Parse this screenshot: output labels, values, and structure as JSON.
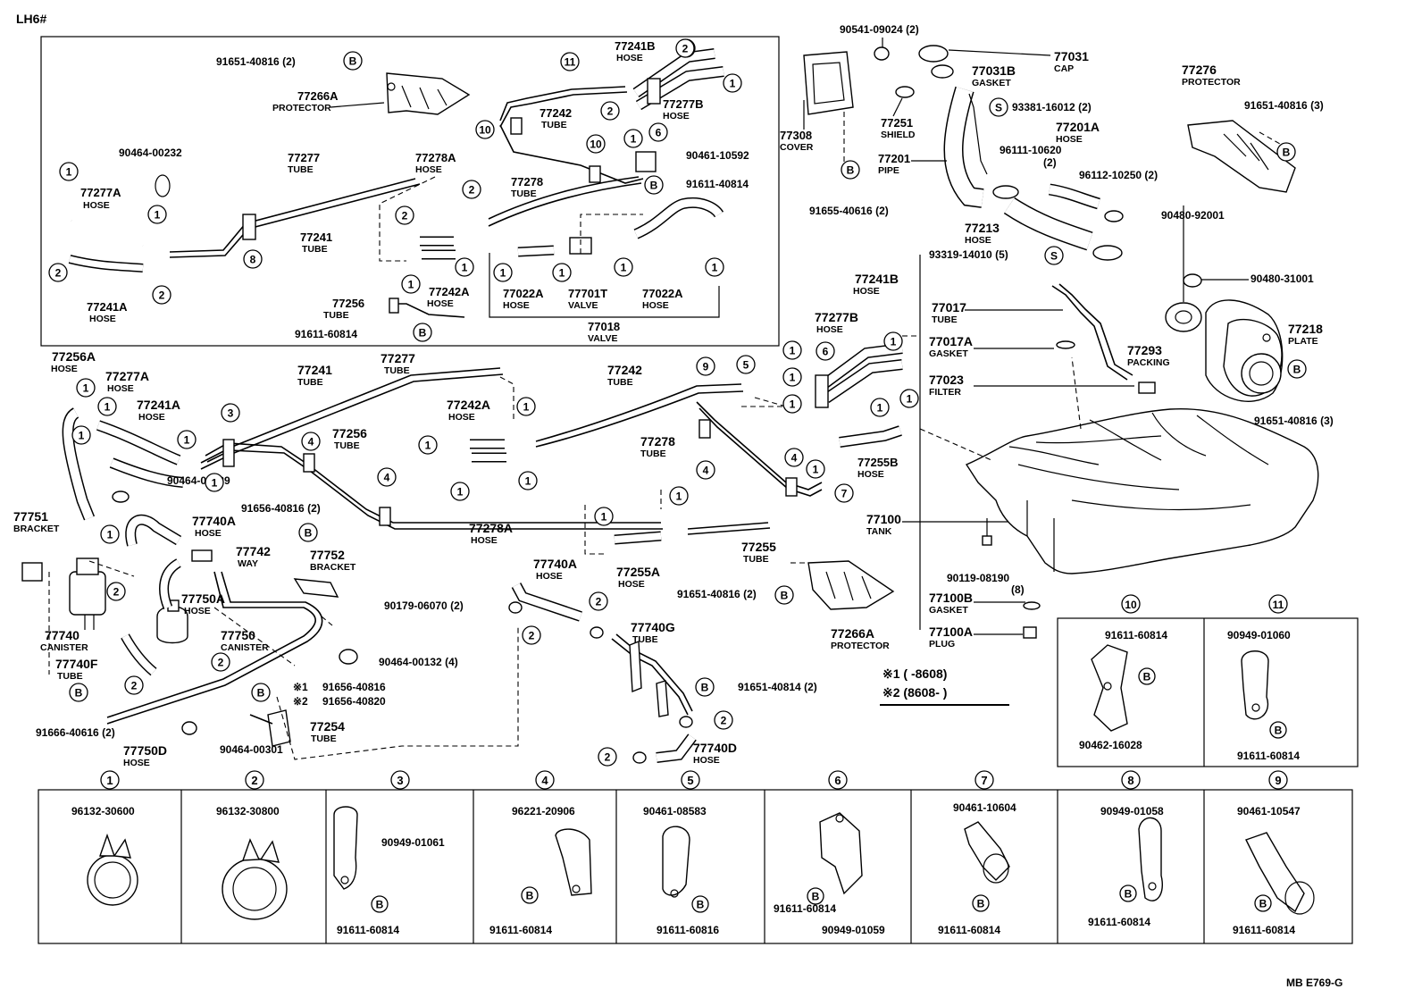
{
  "header": {
    "code": "LH6#"
  },
  "footer": {
    "code": "MB  E769-G"
  },
  "legend": {
    "r1": "※1 (        -8608)",
    "r2": "※2 (8608-         )"
  },
  "labels": {
    "inset_91651": "91651-40816 (2)",
    "inset_77266a": "77266A",
    "inset_protector": "PROTECTOR",
    "inset_90464_232": "90464-00232",
    "inset_77277": "77277",
    "inset_77277_tube": "TUBE",
    "inset_77277a": "77277A",
    "inset_77277a_hose": "HOSE",
    "inset_77241": "77241",
    "inset_77241_tube": "TUBE",
    "inset_77241a": "77241A",
    "inset_77241a_hose": "HOSE",
    "inset_77278a": "77278A",
    "inset_77278a_hose": "HOSE",
    "inset_77242a": "77242A",
    "inset_77242a_hose": "HOSE",
    "inset_77256": "77256",
    "inset_77256_tube": "TUBE",
    "inset_91611_60814": "91611-60814",
    "inset_77241b": "77241B",
    "inset_77241b_hose": "HOSE",
    "inset_77242": "77242",
    "inset_77242_tube": "TUBE",
    "inset_77277b": "77277B",
    "inset_77277b_hose": "HOSE",
    "inset_77278": "77278",
    "inset_77278_tube": "TUBE",
    "inset_90461_10592": "90461-10592",
    "inset_91611_40814": "91611-40814",
    "inset_77022a_1": "77022A",
    "inset_77022a_1_hose": "HOSE",
    "inset_77701t": "77701T",
    "inset_77701t_valve": "VALVE",
    "inset_77022a_2": "77022A",
    "inset_77022a_2_hose": "HOSE",
    "inset_77018": "77018",
    "inset_77018_valve": "VALVE",
    "t_90541": "90541-09024 (2)",
    "t_77031": "77031",
    "t_77031_cap": "CAP",
    "t_77031b": "77031B",
    "t_77031b_gasket": "GASKET",
    "t_77251": "77251",
    "t_77251_shield": "SHIELD",
    "t_93381": "93381-16012 (2)",
    "t_77201a": "77201A",
    "t_77201a_hose": "HOSE",
    "t_77308": "77308",
    "t_77308_cover": "COVER",
    "t_77201": "77201",
    "t_77201_pipe": "PIPE",
    "t_96111": "96111-10620",
    "t_96111_q": "(2)",
    "t_96112": "96112-10250 (2)",
    "t_77213": "77213",
    "t_77213_hose": "HOSE",
    "t_91655": "91655-40616 (2)",
    "t_77276": "77276",
    "t_77276_protector": "PROTECTOR",
    "t_91651_3a": "91651-40816 (3)",
    "t_90480_92001": "90480-92001",
    "t_93319": "93319-14010 (5)",
    "t_90480_31001": "90480-31001",
    "t_77218": "77218",
    "t_77218_plate": "PLATE",
    "t_77293": "77293",
    "t_77293_packing": "PACKING",
    "t_91651_3b": "91651-40816 (3)",
    "t_77241b": "77241B",
    "t_77241b_hose": "HOSE",
    "t_77277b": "77277B",
    "t_77277b_hose": "HOSE",
    "t_77017": "77017",
    "t_77017_tube": "TUBE",
    "t_77017a": "77017A",
    "t_77017a_gasket": "GASKET",
    "t_77023": "77023",
    "t_77023_filter": "FILTER",
    "t_77255b": "77255B",
    "t_77255b_hose": "HOSE",
    "t_77100": "77100",
    "t_77100_tank": "TANK",
    "t_90119": "90119-08190",
    "t_90119_q": "(8)",
    "t_77100b": "77100B",
    "t_77100b_gasket": "GASKET",
    "t_77100a": "77100A",
    "t_77100a_plug": "PLUG",
    "t_77266a": "77266A",
    "t_77266a_protector": "PROTECTOR",
    "t_91651_2": "91651-40816 (2)",
    "m_77256a": "77256A",
    "m_77256a_hose": "HOSE",
    "m_77277a": "77277A",
    "m_77277a_hose": "HOSE",
    "m_77241a": "77241A",
    "m_77241a_hose": "HOSE",
    "m_77241": "77241",
    "m_77241_tube": "TUBE",
    "m_77277": "77277",
    "m_77277_tube": "TUBE",
    "m_77256": "77256",
    "m_77256_tube": "TUBE",
    "m_77242a": "77242A",
    "m_77242a_hose": "HOSE",
    "m_77242": "77242",
    "m_77242_tube": "TUBE",
    "m_77278": "77278",
    "m_77278_tube": "TUBE",
    "m_77278a": "77278A",
    "m_77278a_hose": "HOSE",
    "m_90464_239": "90464-00239",
    "m_91656_2": "91656-40816 (2)",
    "m_77255": "77255",
    "m_77255_tube": "TUBE",
    "m_77255a": "77255A",
    "m_77255a_hose": "HOSE",
    "l_77751": "77751",
    "l_77751_bracket": "BRACKET",
    "l_77740a": "77740A",
    "l_77740a_hose": "HOSE",
    "l_77742": "77742",
    "l_77742_way": "WAY",
    "l_77752": "77752",
    "l_77752_bracket": "BRACKET",
    "l_90179": "90179-06070 (2)",
    "l_77750a": "77750A",
    "l_77750a_hose": "HOSE",
    "l_77740": "77740",
    "l_77740_canister": "CANISTER",
    "l_77750": "77750",
    "l_77750_canister": "CANISTER",
    "l_77740f": "77740F",
    "l_77740f_tube": "TUBE",
    "l_90464_132": "90464-00132 (4)",
    "l_91656_40816": "91656-40816",
    "l_91656_40820": "91656-40820",
    "l_x1": "※1",
    "l_x2": "※2",
    "l_77254": "77254",
    "l_77254_tube": "TUBE",
    "l_91666": "91666-40616 (2)",
    "l_77750d": "77750D",
    "l_77750d_hose": "HOSE",
    "l_90464_301": "90464-00301",
    "c_77740a": "77740A",
    "c_77740a_hose": "HOSE",
    "c_77740g": "77740G",
    "c_77740g_tube": "TUBE",
    "c_91651_40814": "91651-40814 (2)",
    "c_77740d": "77740D",
    "c_77740d_hose": "HOSE",
    "b10_a": "91611-60814",
    "b10_b": "90462-16028",
    "b11_a": "90949-01060",
    "b11_b": "91611-60814"
  },
  "clip_table": [
    {
      "num": "1",
      "parts": [
        "96132-30600"
      ]
    },
    {
      "num": "2",
      "parts": [
        "96132-30800"
      ]
    },
    {
      "num": "3",
      "parts": [
        "90949-01061",
        "91611-60814"
      ]
    },
    {
      "num": "4",
      "parts": [
        "96221-20906",
        "91611-60814"
      ]
    },
    {
      "num": "5",
      "parts": [
        "90461-08583",
        "91611-60816"
      ]
    },
    {
      "num": "6",
      "parts": [
        "91611-60814",
        "90949-01059"
      ]
    },
    {
      "num": "7",
      "parts": [
        "90461-10604",
        "91611-60814"
      ]
    },
    {
      "num": "8",
      "parts": [
        "90949-01058",
        "91611-60814"
      ]
    },
    {
      "num": "9",
      "parts": [
        "90461-10547",
        "91611-60814"
      ]
    }
  ],
  "box_10": {
    "num": "10"
  },
  "box_11": {
    "num": "11"
  },
  "symbols": {
    "b": "B",
    "s": "S"
  }
}
